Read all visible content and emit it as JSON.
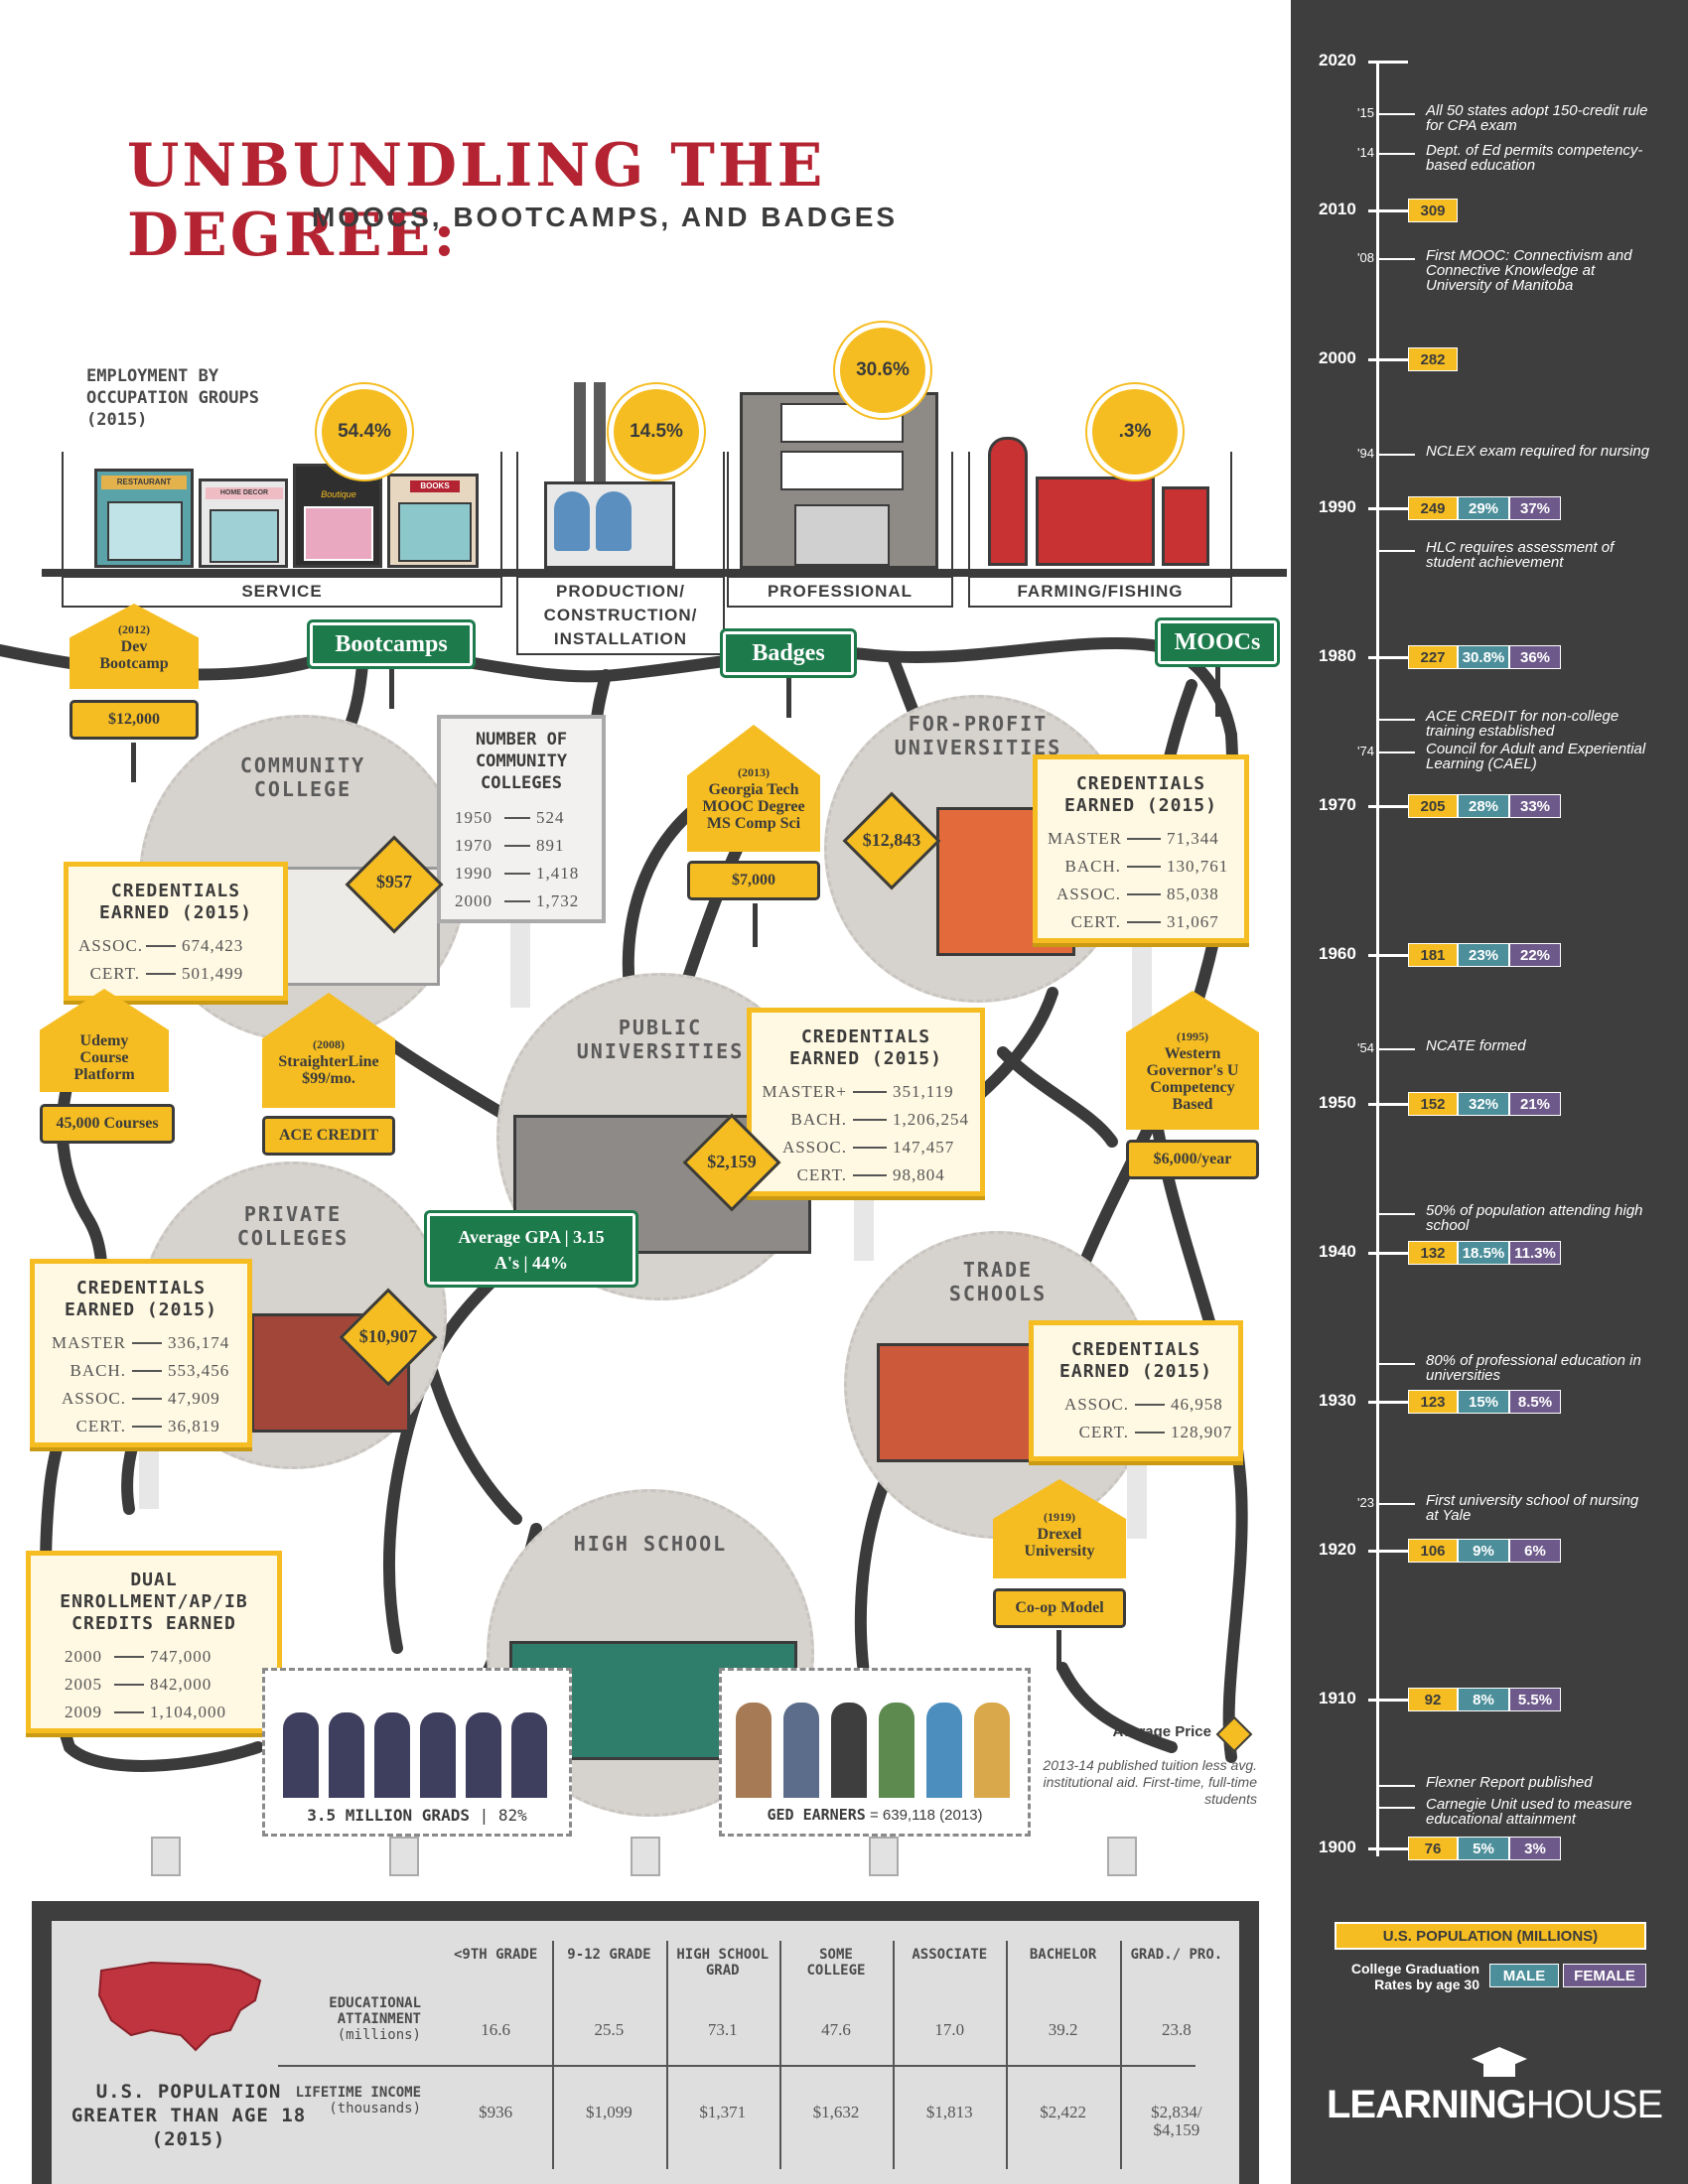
{
  "title": "UNBUNDLING THE DEGREE:",
  "subtitle": "MOOCS, BOOTCAMPS, AND BADGES",
  "employment": {
    "label": "EMPLOYMENT BY OCCUPATION GROUPS (2015)",
    "groups": [
      {
        "name": "SERVICE",
        "pct": "54.4%"
      },
      {
        "name": "PRODUCTION/ CONSTRUCTION/ INSTALLATION",
        "pct": "14.5%"
      },
      {
        "name": "PROFESSIONAL",
        "pct": "30.6%"
      },
      {
        "name": "FARMING/FISHING",
        "pct": ".3%"
      }
    ],
    "storefronts": [
      "RESTAURANT",
      "HOME DECOR",
      "Boutique",
      "BOOKS"
    ]
  },
  "green_signs": {
    "bootcamps": "Bootcamps",
    "badges": "Badges",
    "moocs": "MOOCs"
  },
  "gpa": {
    "line1": "Average GPA | 3.15",
    "line2": "A's | 44%"
  },
  "signs": {
    "dev_bootcamp": {
      "year": "(2012)",
      "name": "Dev Bootcamp",
      "price": "$12,000"
    },
    "udemy": {
      "name": "Udemy Course Platform",
      "price": "45,000 Courses"
    },
    "straighterline": {
      "year": "(2008)",
      "name": "StraighterLine $99/mo.",
      "price": "ACE CREDIT"
    },
    "georgia_tech": {
      "year": "(2013)",
      "name": "Georgia Tech MOOC Degree MS Comp Sci",
      "price": "$7,000"
    },
    "western_governors": {
      "year": "(1995)",
      "name": "Western Governor's U Competency Based",
      "price": "$6,000/year"
    },
    "drexel": {
      "year": "(1919)",
      "name": "Drexel University",
      "price": "Co-op Model"
    }
  },
  "prices": {
    "community_college": "$957",
    "for_profit": "$12,843",
    "public": "$2,159",
    "private": "$10,907"
  },
  "circles": {
    "community_college": "COMMUNITY COLLEGE",
    "for_profit": "FOR-PROFIT UNIVERSITIES",
    "public": "PUBLIC UNIVERSITIES",
    "private": "PRIVATE COLLEGES",
    "trade": "TRADE SCHOOLS",
    "high_school": "HIGH SCHOOL"
  },
  "num_cc": {
    "title": "NUMBER OF COMMUNITY COLLEGES",
    "rows": [
      {
        "year": "1950",
        "value": "524"
      },
      {
        "year": "1970",
        "value": "891"
      },
      {
        "year": "1990",
        "value": "1,418"
      },
      {
        "year": "2000",
        "value": "1,732"
      }
    ]
  },
  "credentials": {
    "title": "CREDENTIALS EARNED (2015)",
    "community_college": [
      {
        "label": "ASSOC.",
        "value": "674,423"
      },
      {
        "label": "CERT.",
        "value": "501,499"
      }
    ],
    "for_profit": [
      {
        "label": "MASTER",
        "value": "71,344"
      },
      {
        "label": "BACH.",
        "value": "130,761"
      },
      {
        "label": "ASSOC.",
        "value": "85,038"
      },
      {
        "label": "CERT.",
        "value": "31,067"
      }
    ],
    "public": [
      {
        "label": "MASTER+",
        "value": "351,119"
      },
      {
        "label": "BACH.",
        "value": "1,206,254"
      },
      {
        "label": "ASSOC.",
        "value": "147,457"
      },
      {
        "label": "CERT.",
        "value": "98,804"
      }
    ],
    "private": [
      {
        "label": "MASTER",
        "value": "336,174"
      },
      {
        "label": "BACH.",
        "value": "553,456"
      },
      {
        "label": "ASSOC.",
        "value": "47,909"
      },
      {
        "label": "CERT.",
        "value": "36,819"
      }
    ],
    "trade": [
      {
        "label": "ASSOC.",
        "value": "46,958"
      },
      {
        "label": "CERT.",
        "value": "128,907"
      }
    ]
  },
  "dual": {
    "title": "DUAL ENROLLMENT/AP/IB CREDITS EARNED",
    "rows": [
      {
        "year": "2000",
        "value": "747,000"
      },
      {
        "year": "2005",
        "value": "842,000"
      },
      {
        "year": "2009",
        "value": "1,104,000"
      }
    ]
  },
  "grads": {
    "label": "3.5 MILLION GRADS",
    "pct": "| 82%"
  },
  "ged": {
    "label": "GED EARNERS",
    "value": "= 639,118 (2013)"
  },
  "avg_price": {
    "label": "Average Price",
    "note": "2013-14 published tuition less avg. institutional aid. First-time, full-time students"
  },
  "bottom": {
    "map_label": "U.S. POPULATION GREATER THAN AGE 18 (2015)",
    "row_labels": [
      "EDUCATIONAL ATTAINMENT",
      "LIFETIME INCOME"
    ],
    "row_units": [
      "(millions)",
      "(thousands)"
    ],
    "columns": [
      {
        "head": "<9TH GRADE",
        "att": "16.6",
        "inc": "$936"
      },
      {
        "head": "9-12 GRADE",
        "att": "25.5",
        "inc": "$1,099"
      },
      {
        "head": "HIGH SCHOOL GRAD",
        "att": "73.1",
        "inc": "$1,371"
      },
      {
        "head": "SOME COLLEGE",
        "att": "47.6",
        "inc": "$1,632"
      },
      {
        "head": "ASSOCIATE",
        "att": "17.0",
        "inc": "$1,813"
      },
      {
        "head": "BACHELOR",
        "att": "39.2",
        "inc": "$2,422"
      },
      {
        "head": "GRAD./ PRO.",
        "att": "23.8",
        "inc": "$2,834/ $4,159"
      }
    ]
  },
  "timeline": {
    "decades": [
      {
        "year": "2020"
      },
      {
        "year": "2010",
        "pop": "309"
      },
      {
        "year": "2000",
        "pop": "282"
      },
      {
        "year": "1990",
        "pop": "249",
        "male": "29%",
        "female": "37%"
      },
      {
        "year": "1980",
        "pop": "227",
        "male": "30.8%",
        "female": "36%"
      },
      {
        "year": "1970",
        "pop": "205",
        "male": "28%",
        "female": "33%"
      },
      {
        "year": "1960",
        "pop": "181",
        "male": "23%",
        "female": "22%"
      },
      {
        "year": "1950",
        "pop": "152",
        "male": "32%",
        "female": "21%"
      },
      {
        "year": "1940",
        "pop": "132",
        "male": "18.5%",
        "female": "11.3%"
      },
      {
        "year": "1930",
        "pop": "123",
        "male": "15%",
        "female": "8.5%"
      },
      {
        "year": "1920",
        "pop": "106",
        "male": "9%",
        "female": "6%"
      },
      {
        "year": "1910",
        "pop": "92",
        "male": "8%",
        "female": "5.5%"
      },
      {
        "year": "1900",
        "pop": "76",
        "male": "5%",
        "female": "3%"
      }
    ],
    "events": [
      {
        "yr": "'15",
        "text": "All 50 states adopt 150-credit rule for CPA exam"
      },
      {
        "yr": "'14",
        "text": "Dept. of Ed permits competency-based education"
      },
      {
        "yr": "'08",
        "text": "First MOOC: Connectivism and Connective Knowledge at University of Manitoba"
      },
      {
        "yr": "'94",
        "text": "NCLEX exam required for nursing"
      },
      {
        "yr": "",
        "text": "HLC requires assessment of student achievement"
      },
      {
        "yr": "",
        "text": "ACE CREDIT for non-college training established"
      },
      {
        "yr": "'74",
        "text": "Council for Adult and Experiential Learning (CAEL)"
      },
      {
        "yr": "'54",
        "text": "NCATE formed"
      },
      {
        "yr": "",
        "text": "50% of population attending high school"
      },
      {
        "yr": "",
        "text": "80% of professional education in universities"
      },
      {
        "yr": "'23",
        "text": "First university school of nursing at Yale"
      },
      {
        "yr": "",
        "text": "Flexner Report published"
      },
      {
        "yr": "",
        "text": "Carnegie Unit used to measure educational attainment"
      }
    ],
    "legend_pop": "U.S. POPULATION (MILLIONS)",
    "legend_rates": "College Graduation Rates by age 30",
    "legend_male": "MALE",
    "legend_female": "FEMALE",
    "logo_left": "LEARNING",
    "logo_right": "HOUSE"
  },
  "colors": {
    "accent_red": "#b42332",
    "yellow": "#f5bd21",
    "green": "#1d7a4b",
    "dark": "#3e3e3e",
    "male": "#4c8f9a",
    "female": "#6e5a8a"
  }
}
